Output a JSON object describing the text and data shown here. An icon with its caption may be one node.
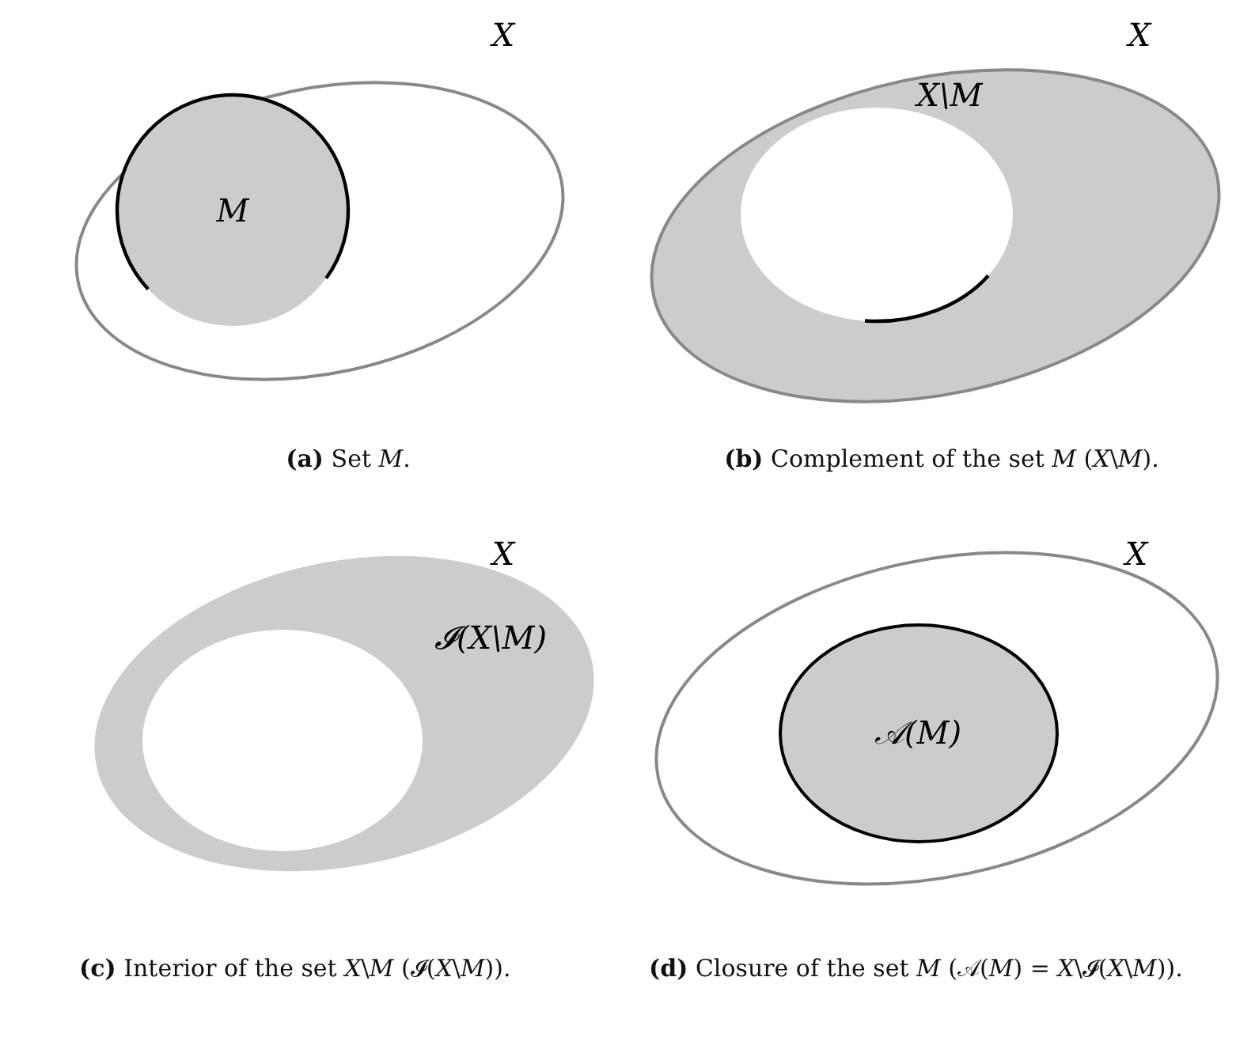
{
  "diagram": {
    "nodes": [
      {
        "text": [],
        "shape": "ellipse",
        "beside": [
          "X"
        ]
      },
      {
        "text": [
          "M"
        ],
        "in": 0
      },
      {
        "text": [
          "X\\M"
        ],
        "beside": [
          "X"
        ]
      },
      {
        "text": [],
        "shape": "circle",
        "in": 2
      },
      {
        "text": [
          "𝓘(X\\M)"
        ],
        "beside": [
          "X"
        ]
      },
      {
        "text": [],
        "shape": "circle",
        "in": 4
      },
      {
        "text": [],
        "shape": "ellipse",
        "beside": [
          "X"
        ]
      },
      {
        "text": [
          "𝒜(M)"
        ],
        "in": 6
      }
    ],
    "labels": [
      "**(a)** Set *M*.",
      "**(b)** Complement of the set *M* (*X*\\*M*).",
      "**(c)** Interior of the set *X*\\*M* (𝓘(*X*\\*M*)).",
      "**(d)** Closure of the set *M* (𝒜(*M*) = *X*\\𝓘(*X*\\*M*))."
    ]
  }
}
